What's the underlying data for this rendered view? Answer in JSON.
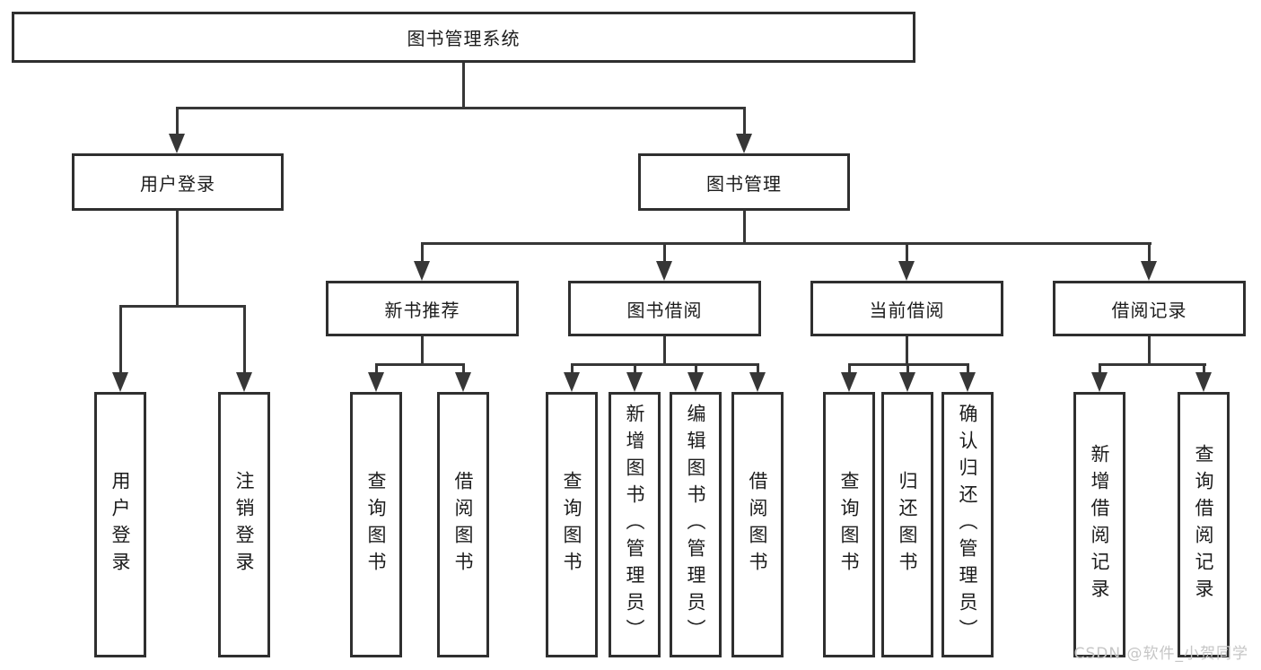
{
  "diagram": {
    "root": {
      "label": "图书管理系统"
    },
    "level2": [
      {
        "label": "用户登录"
      },
      {
        "label": "图书管理"
      }
    ],
    "level3": [
      {
        "label": "新书推荐"
      },
      {
        "label": "图书借阅"
      },
      {
        "label": "当前借阅"
      },
      {
        "label": "借阅记录"
      }
    ],
    "leaves": [
      {
        "label": "用户登录"
      },
      {
        "label": "注销登录"
      },
      {
        "label": "查询图书"
      },
      {
        "label": "借阅图书"
      },
      {
        "label": "查询图书"
      },
      {
        "label": "新增图书（管理员）"
      },
      {
        "label": "编辑图书（管理员）"
      },
      {
        "label": "借阅图书"
      },
      {
        "label": "查询图书"
      },
      {
        "label": "归还图书"
      },
      {
        "label": "确认归还（管理员）"
      },
      {
        "label": "新增借阅记录"
      },
      {
        "label": "查询借阅记录"
      }
    ],
    "watermark": "CSDN @软件_小贺同学",
    "colors": {
      "line": "#373737",
      "border": "#2f2f2f",
      "text": "#1c1c1c",
      "watermark": "#c6c6c6",
      "background": "#ffffff"
    }
  }
}
